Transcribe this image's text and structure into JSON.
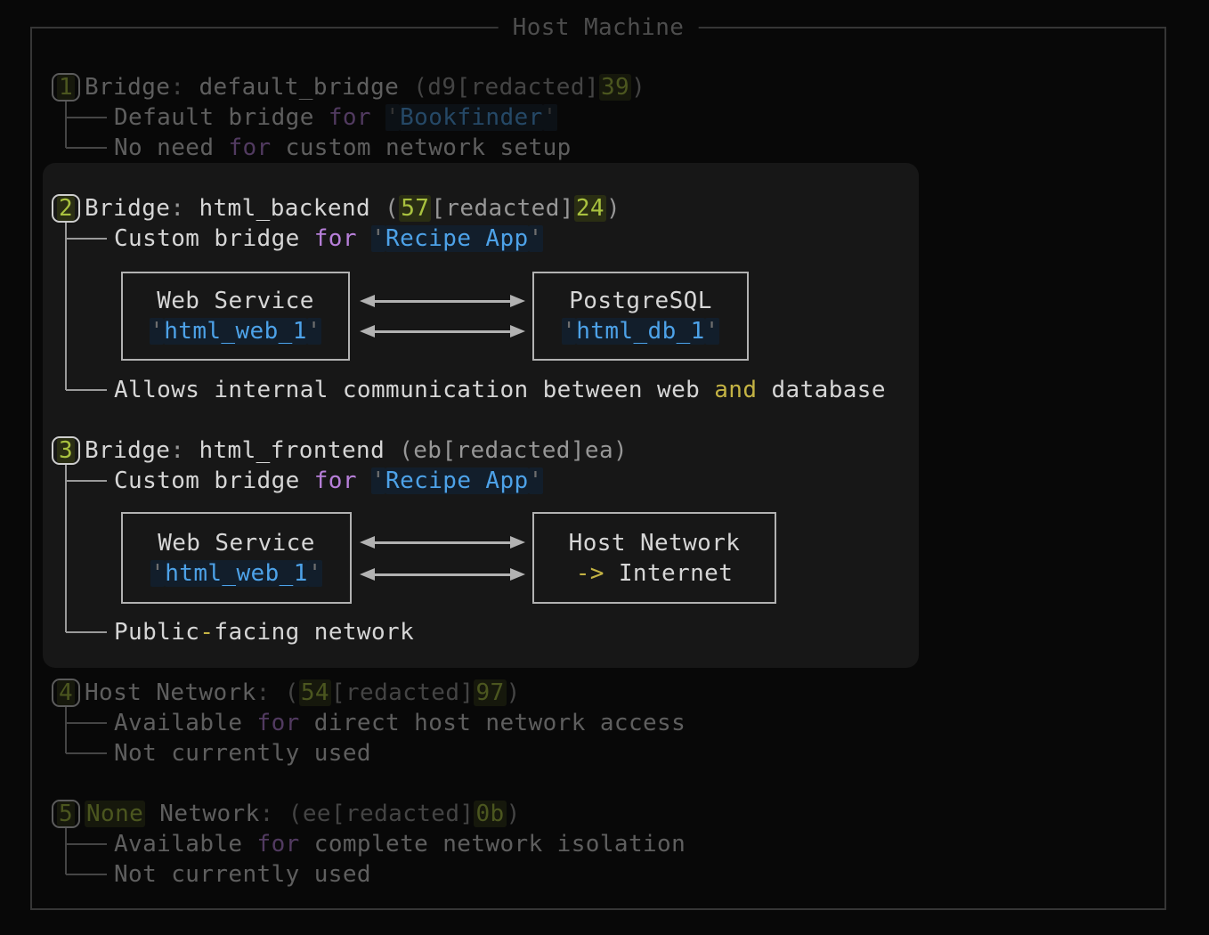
{
  "window": {
    "title": "Host Machine"
  },
  "palette": {
    "background": "#080808",
    "panel": "#171717",
    "frame_border": "#363636",
    "text": "#d6d6d6",
    "muted": "#979797",
    "green": "#a9c23f",
    "blue": "#4da2e8",
    "purple": "#b77fd9",
    "yellow": "#c4b344",
    "box_border": "#b2b2b2"
  },
  "sections": [
    {
      "badge": "1",
      "dimmed": true,
      "header": [
        {
          "text": "Bridge",
          "color": "fg"
        },
        {
          "text": ": ",
          "color": "gray"
        },
        {
          "text": "default_bridge",
          "color": "fg"
        },
        {
          "text": " (",
          "color": "gray"
        },
        {
          "text": "d9",
          "color": "gray"
        },
        {
          "text": "[redacted]",
          "color": "gray"
        },
        {
          "text": "39",
          "color": "greenh"
        },
        {
          "text": ")",
          "color": "gray"
        }
      ],
      "children": [
        {
          "segments": [
            {
              "text": "Default bridge ",
              "color": "fg"
            },
            {
              "text": "for",
              "color": "purple"
            },
            {
              "text": " ",
              "color": "fg"
            },
            {
              "text": "'",
              "color": "quoteh"
            },
            {
              "text": "Bookfinder",
              "color": "blueh"
            },
            {
              "text": "'",
              "color": "quoteh"
            }
          ]
        },
        {
          "segments": [
            {
              "text": "No need ",
              "color": "fg"
            },
            {
              "text": "for",
              "color": "purple"
            },
            {
              "text": " custom network setup",
              "color": "fg"
            }
          ]
        }
      ]
    },
    {
      "badge": "2",
      "dimmed": false,
      "header": [
        {
          "text": "Bridge",
          "color": "fg"
        },
        {
          "text": ": ",
          "color": "gray"
        },
        {
          "text": "html_backend",
          "color": "fg"
        },
        {
          "text": " (",
          "color": "gray"
        },
        {
          "text": "57",
          "color": "greenh"
        },
        {
          "text": "[redacted]",
          "color": "gray"
        },
        {
          "text": "24",
          "color": "greenh"
        },
        {
          "text": ")",
          "color": "gray"
        }
      ],
      "children": [
        {
          "segments": [
            {
              "text": "Custom bridge ",
              "color": "fg"
            },
            {
              "text": "for",
              "color": "purple"
            },
            {
              "text": " ",
              "color": "fg"
            },
            {
              "text": "'",
              "color": "quoteh"
            },
            {
              "text": "Recipe App",
              "color": "blueh"
            },
            {
              "text": "'",
              "color": "quoteh"
            }
          ]
        },
        {
          "segments": [
            {
              "text": "Allows internal communication between web ",
              "color": "fg"
            },
            {
              "text": "and",
              "color": "yellow"
            },
            {
              "text": " database",
              "color": "fg"
            }
          ]
        }
      ],
      "diagram": {
        "boxes": [
          {
            "lines": [
              [
                {
                  "text": "Web Service",
                  "color": "fg"
                }
              ],
              [
                {
                  "text": "'",
                  "color": "quoteh"
                },
                {
                  "text": "html_web_1",
                  "color": "blueh"
                },
                {
                  "text": "'",
                  "color": "quoteh"
                }
              ]
            ]
          },
          {
            "lines": [
              [
                {
                  "text": "PostgreSQL",
                  "color": "fg"
                }
              ],
              [
                {
                  "text": "'",
                  "color": "quoteh"
                },
                {
                  "text": "html_db_1",
                  "color": "blueh"
                },
                {
                  "text": "'",
                  "color": "quoteh"
                }
              ]
            ]
          }
        ]
      }
    },
    {
      "badge": "3",
      "dimmed": false,
      "header": [
        {
          "text": "Bridge",
          "color": "fg"
        },
        {
          "text": ": ",
          "color": "gray"
        },
        {
          "text": "html_frontend",
          "color": "fg"
        },
        {
          "text": " (",
          "color": "gray"
        },
        {
          "text": "eb",
          "color": "gray"
        },
        {
          "text": "[redacted]",
          "color": "gray"
        },
        {
          "text": "ea",
          "color": "gray"
        },
        {
          "text": ")",
          "color": "gray"
        }
      ],
      "children": [
        {
          "segments": [
            {
              "text": "Custom bridge ",
              "color": "fg"
            },
            {
              "text": "for",
              "color": "purple"
            },
            {
              "text": " ",
              "color": "fg"
            },
            {
              "text": "'",
              "color": "quoteh"
            },
            {
              "text": "Recipe App",
              "color": "blueh"
            },
            {
              "text": "'",
              "color": "quoteh"
            }
          ]
        },
        {
          "segments": [
            {
              "text": "Public",
              "color": "fg"
            },
            {
              "text": "-",
              "color": "yellow"
            },
            {
              "text": "facing network",
              "color": "fg"
            }
          ]
        }
      ],
      "diagram": {
        "boxes": [
          {
            "lines": [
              [
                {
                  "text": "Web Service",
                  "color": "fg"
                }
              ],
              [
                {
                  "text": "'",
                  "color": "quoteh"
                },
                {
                  "text": "html_web_1",
                  "color": "blueh"
                },
                {
                  "text": "'",
                  "color": "quoteh"
                }
              ]
            ]
          },
          {
            "lines": [
              [
                {
                  "text": "Host Network",
                  "color": "fg"
                }
              ],
              [
                {
                  "text": "->",
                  "color": "yellow"
                },
                {
                  "text": " Internet",
                  "color": "fg"
                }
              ]
            ]
          }
        ]
      }
    },
    {
      "badge": "4",
      "dimmed": true,
      "header": [
        {
          "text": "Host Network",
          "color": "fg"
        },
        {
          "text": ": (",
          "color": "gray"
        },
        {
          "text": "54",
          "color": "greenh"
        },
        {
          "text": "[redacted]",
          "color": "gray"
        },
        {
          "text": "97",
          "color": "greenh"
        },
        {
          "text": ")",
          "color": "gray"
        }
      ],
      "children": [
        {
          "segments": [
            {
              "text": "Available ",
              "color": "fg"
            },
            {
              "text": "for",
              "color": "purple"
            },
            {
              "text": " direct host network access",
              "color": "fg"
            }
          ]
        },
        {
          "segments": [
            {
              "text": "Not currently used",
              "color": "fg"
            }
          ]
        }
      ]
    },
    {
      "badge": "5",
      "dimmed": true,
      "header": [
        {
          "text": "None",
          "color": "greenh"
        },
        {
          "text": " Network",
          "color": "fg"
        },
        {
          "text": ": (",
          "color": "gray"
        },
        {
          "text": "ee",
          "color": "gray"
        },
        {
          "text": "[redacted]",
          "color": "gray"
        },
        {
          "text": "0b",
          "color": "greenh"
        },
        {
          "text": ")",
          "color": "gray"
        }
      ],
      "children": [
        {
          "segments": [
            {
              "text": "Available ",
              "color": "fg"
            },
            {
              "text": "for",
              "color": "purple"
            },
            {
              "text": " complete network isolation",
              "color": "fg"
            }
          ]
        },
        {
          "segments": [
            {
              "text": "Not currently used",
              "color": "fg"
            }
          ]
        }
      ]
    }
  ]
}
